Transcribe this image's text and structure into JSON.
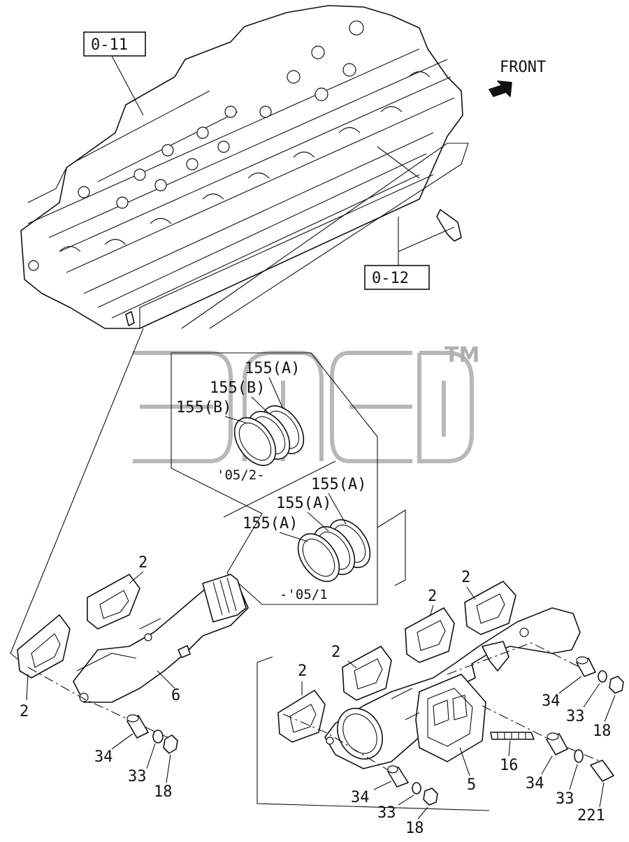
{
  "diagram": {
    "ref_boxes": [
      "0-11",
      "0-12"
    ],
    "direction_label": "FRONT",
    "watermark": "TM",
    "inset_upper": {
      "labels": [
        "155(A)",
        "155(B)",
        "155(B)"
      ],
      "date": "'05/2-"
    },
    "inset_lower": {
      "labels": [
        "155(A)",
        "155(A)",
        "155(A)"
      ],
      "date": "-'05/1"
    },
    "left_group": {
      "labels": [
        "2",
        "2",
        "6",
        "34",
        "33",
        "18"
      ]
    },
    "right_group": {
      "labels": [
        "2",
        "2",
        "2",
        "2",
        "5",
        "16",
        "34",
        "33",
        "18",
        "34",
        "33",
        "18",
        "34",
        "33",
        "221"
      ]
    }
  }
}
